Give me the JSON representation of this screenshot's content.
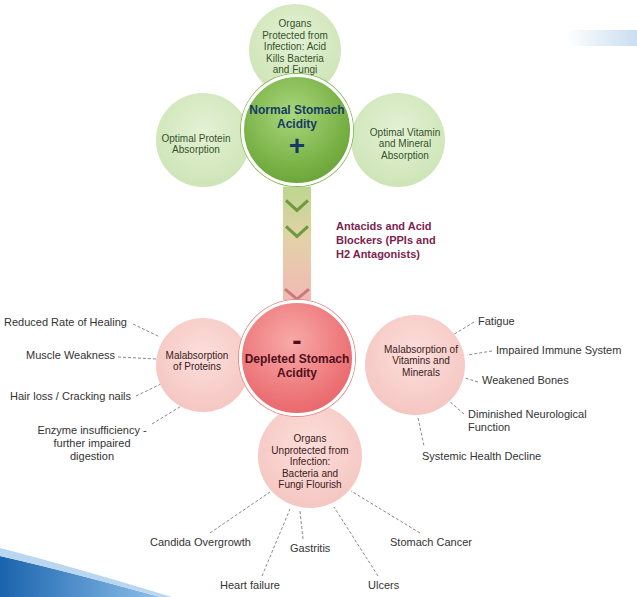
{
  "diagram": {
    "nodes": [
      {
        "text": [
          "Organs Protected from Infection: Acid Kills Bacteria and Fungi"
        ]
      },
      {
        "text": [
          "Optimal Protein Absorption"
        ]
      },
      {
        "text": [
          "Normal Stomach Acidity",
          "+"
        ]
      },
      {
        "text": [
          "Optimal Vitamin and Mineral Absorption"
        ]
      },
      {
        "text": [
          "Malabsorption of Proteins"
        ]
      },
      {
        "text": [
          "-",
          "Depleted Stomach Acidity"
        ]
      },
      {
        "text": [
          "Malabsorption of Vitamins and Minerals"
        ]
      },
      {
        "text": [
          "Organs Unprotected from Infection: Bacteria and Fungi Flourish"
        ]
      }
    ],
    "edges": [
      {
        "from": 2,
        "to": 5,
        "arrow": "to",
        "label": "Antacids and Acid Blockers (PPIs and H2 Antagonists)"
      }
    ],
    "labels": [
      "Reduced Rate of Healing",
      "Muscle Weakness",
      "Hair loss / Cracking nails",
      "Enzyme insufficiency - further impaired digestion",
      "Fatigue",
      "Impaired Immune System",
      "Weakened Bones",
      "Diminished Neurological Function",
      "Systemic Health Decline",
      "Candida Overgrowth",
      "Gastritis",
      "Stomach Cancer",
      "Heart failure",
      "Ulcers"
    ]
  }
}
